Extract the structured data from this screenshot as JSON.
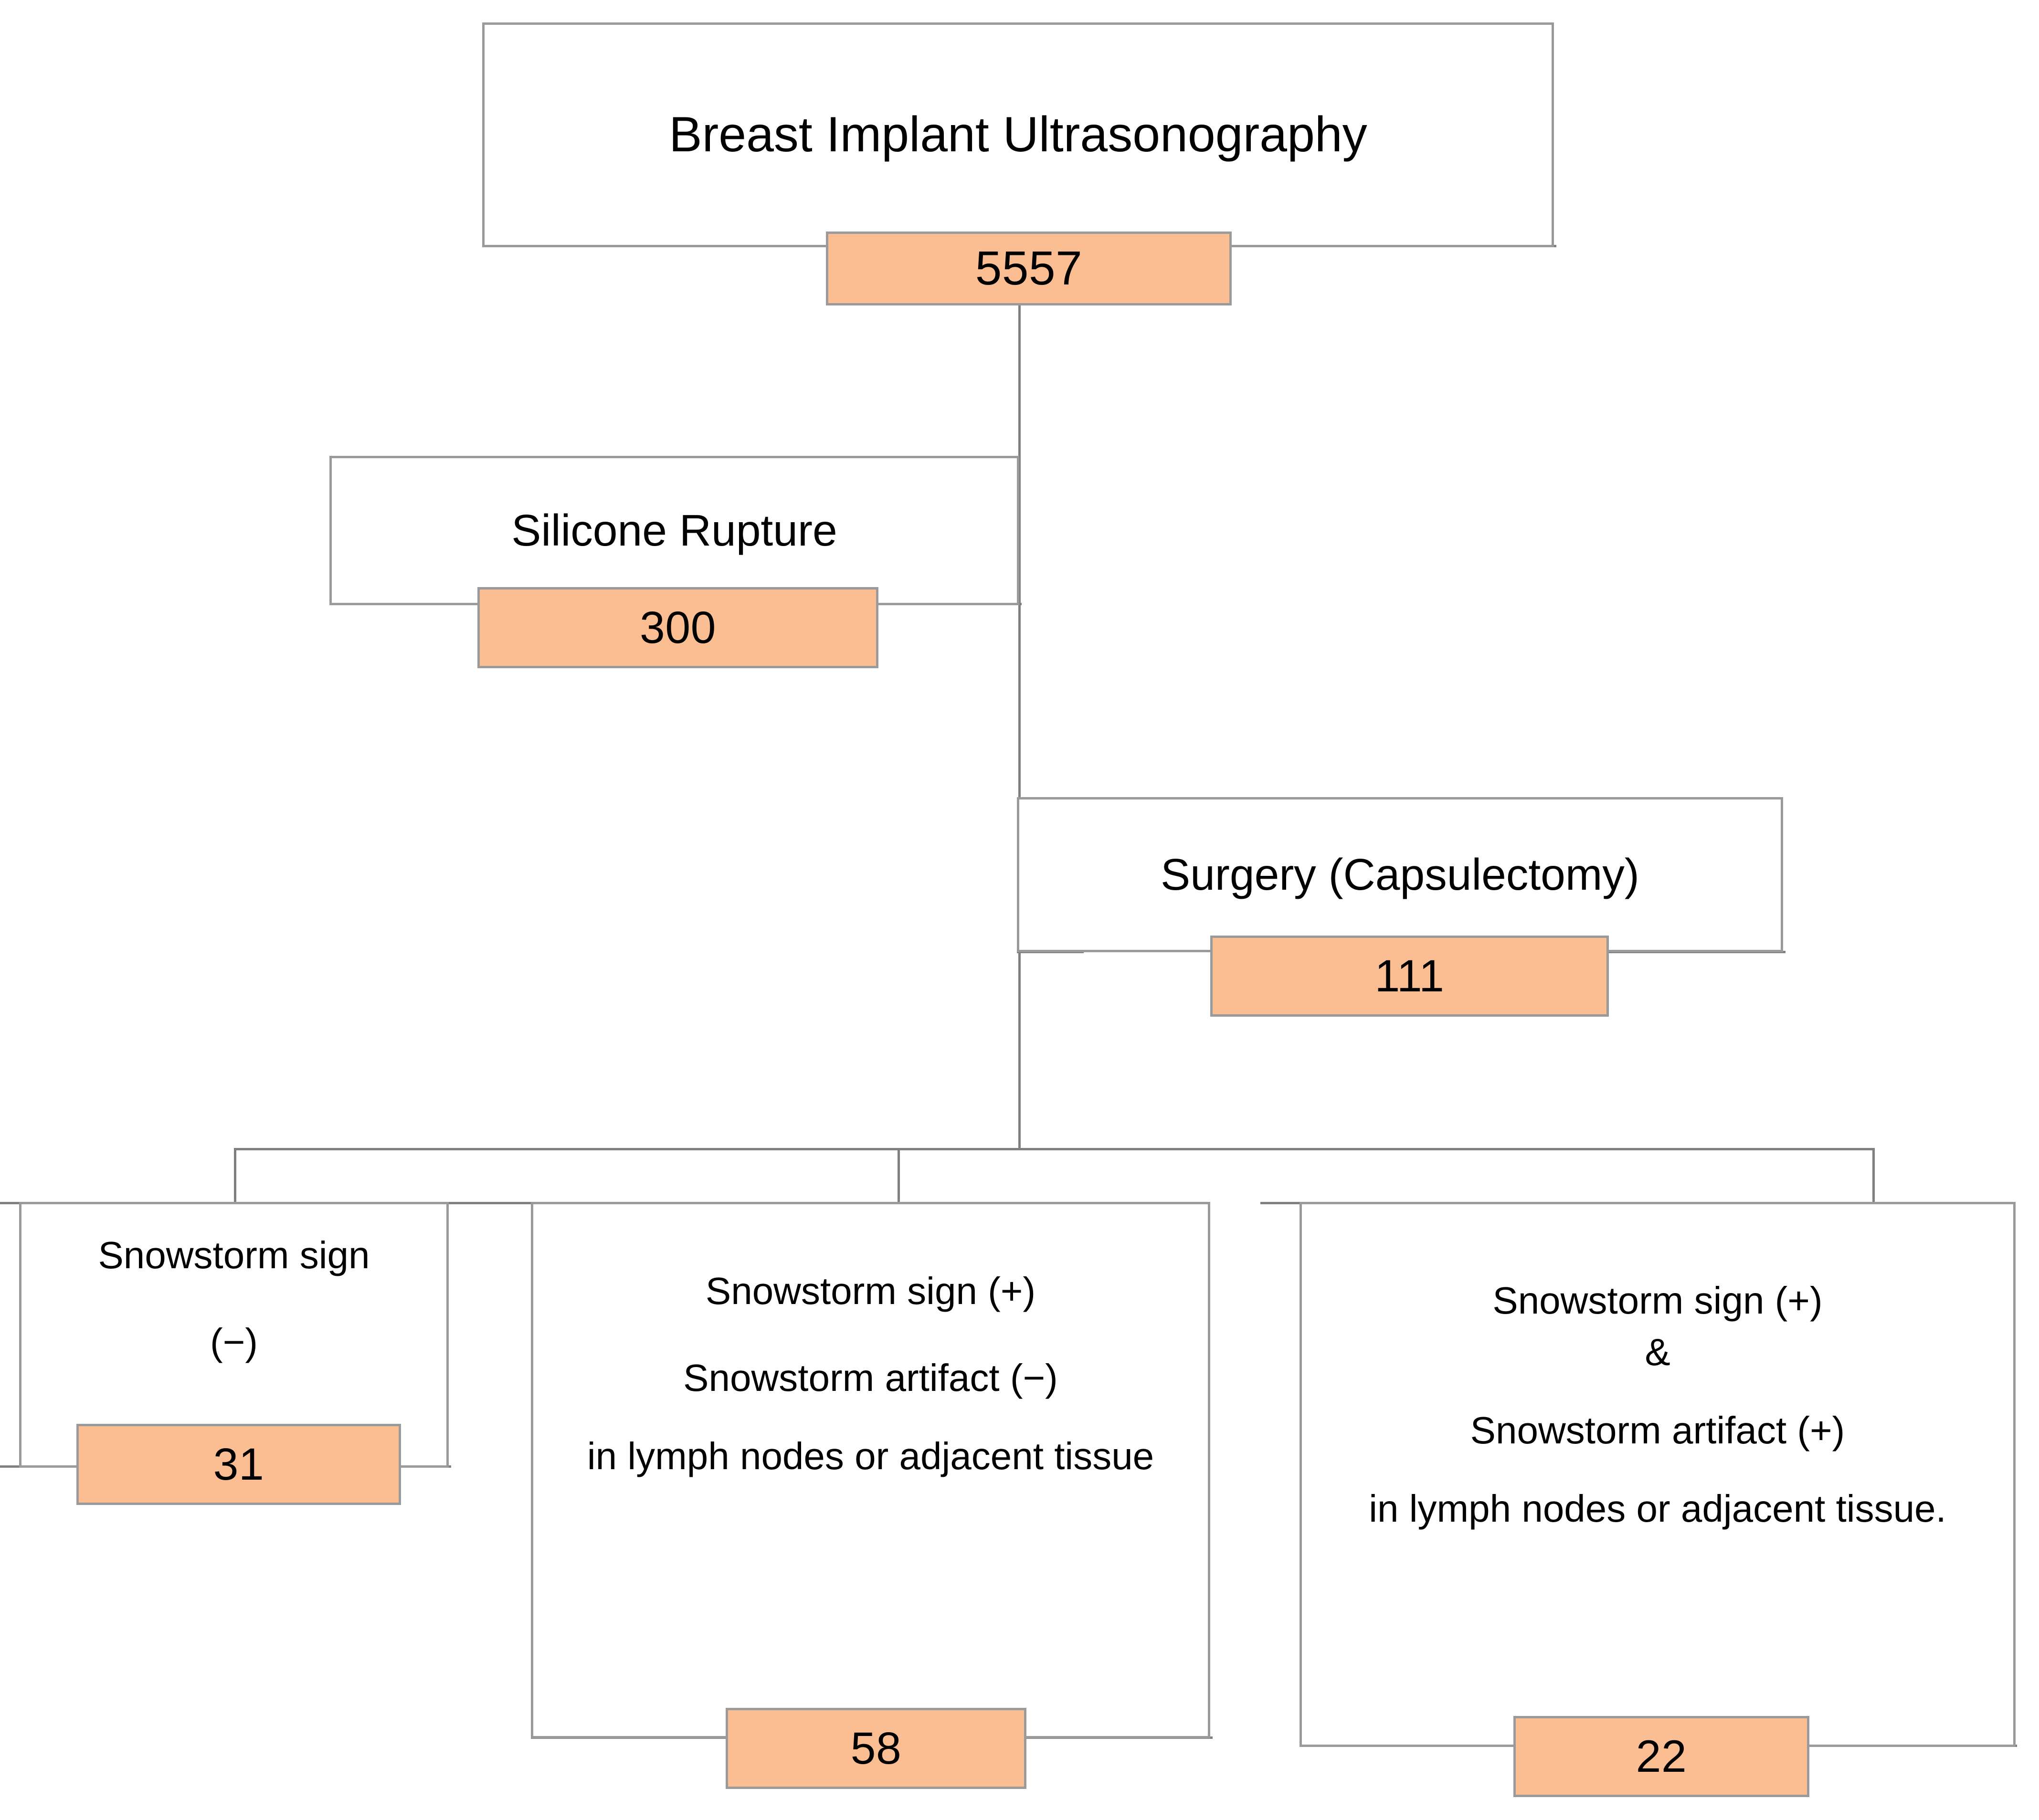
{
  "diagram": {
    "title": "Breast Implant Ultrasonography flow diagram",
    "accent_color": "#FBBE93",
    "border_color": "#9A9A9A",
    "line_color": "#808080",
    "background": "#FFFFFF"
  },
  "nodes": {
    "total": {
      "label": "Breast Implant Ultrasonography",
      "count": "5557"
    },
    "silicone_rupture": {
      "label": "Silicone Rupture",
      "count": "300"
    },
    "surgery": {
      "label": "Surgery (Capsulectomy)",
      "count": "111"
    },
    "snowstorm_negative": {
      "line1": "Snowstorm sign",
      "line2": "(−)",
      "count": "31"
    },
    "snowstorm_pos_artifact_neg": {
      "line1": "Snowstorm sign (+)",
      "line2": "Snowstorm artifact (−)",
      "line3": "in lymph nodes or adjacent tissue",
      "count": "58"
    },
    "snowstorm_pos_artifact_pos": {
      "line1": "Snowstorm sign (+)",
      "line2": "&",
      "line3": "Snowstorm artifact (+)",
      "line4": "in lymph nodes or adjacent tissue.",
      "count": "22"
    }
  },
  "chart_data": {
    "type": "diagram",
    "title": "Breast Implant Ultrasonography",
    "flow": [
      {
        "level": 0,
        "label": "Breast Implant Ultrasonography",
        "value": 5557
      },
      {
        "level": 1,
        "label": "Silicone Rupture",
        "value": 300
      },
      {
        "level": 2,
        "label": "Surgery (Capsulectomy)",
        "value": 111
      },
      {
        "level": 3,
        "label": "Snowstorm sign (−)",
        "value": 31
      },
      {
        "level": 3,
        "label": "Snowstorm sign (+) Snowstorm artifact (−) in lymph nodes or adjacent tissue",
        "value": 58
      },
      {
        "level": 3,
        "label": "Snowstorm sign (+) & Snowstorm artifact (+) in lymph nodes or adjacent tissue.",
        "value": 22
      }
    ]
  }
}
